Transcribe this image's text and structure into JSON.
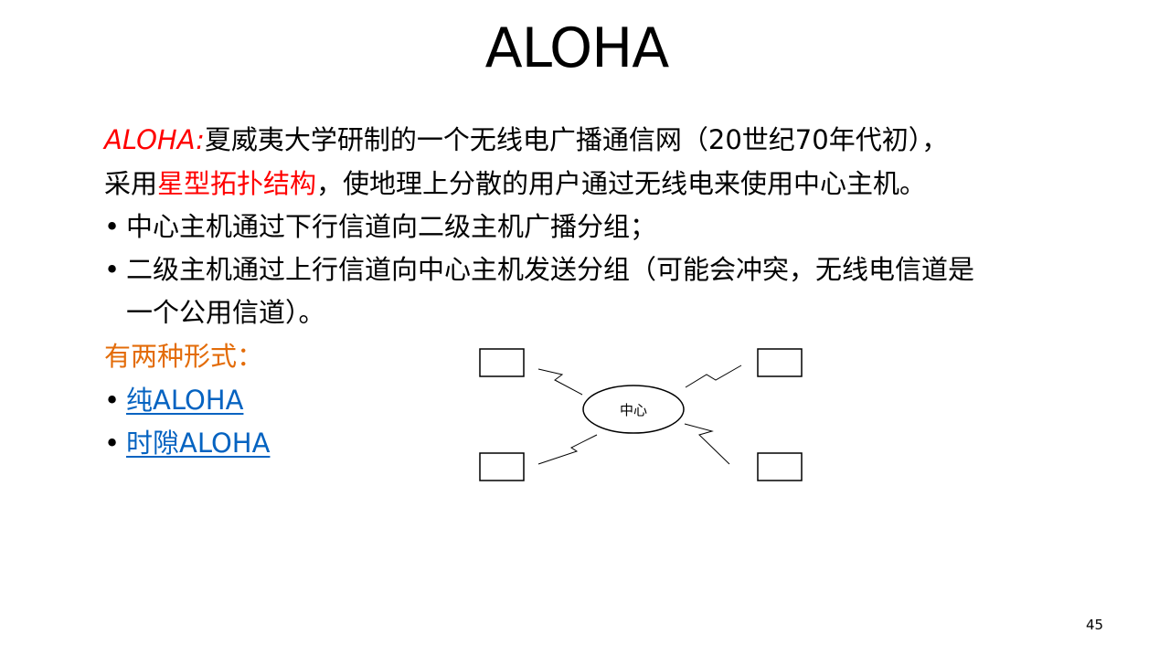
{
  "slide": {
    "title": "ALOHA",
    "intro": {
      "label": "ALOHA:",
      "line1_rest": "夏威夷大学研制的一个无线电广播通信网（20世纪70年代初），",
      "line2_pre": "采用",
      "line2_highlight": "星型拓扑结构",
      "line2_post": "，使地理上分散的用户通过无线电来使用中心主机。"
    },
    "bullets": [
      {
        "marker": "•",
        "text": "中心主机通过下行信道向二级主机广播分组；"
      },
      {
        "marker": "•",
        "text": "二级主机通过上行信道向中心主机发送分组（可能会冲突，无线电信道是"
      }
    ],
    "bullet2_continuation": "一个公用信道）。",
    "forms_heading": "有两种形式：",
    "form_links": [
      {
        "marker": "•",
        "label": "纯ALOHA"
      },
      {
        "marker": "•",
        "label": "时隙ALOHA"
      }
    ],
    "diagram": {
      "center_label": "中心"
    },
    "page_number": "45"
  },
  "colors": {
    "text": "#000000",
    "red": "#ff0000",
    "orange": "#e36c09",
    "link": "#0563c1"
  }
}
